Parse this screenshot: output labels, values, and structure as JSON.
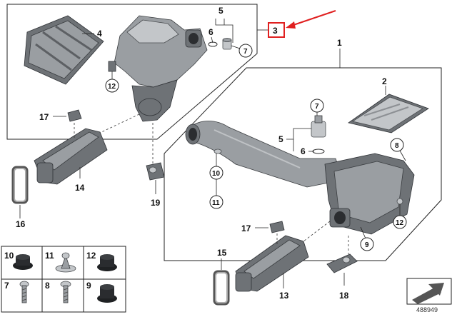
{
  "labels": {
    "p1": "1",
    "p2": "2",
    "p3": "3",
    "p4": "4",
    "p5a": "5",
    "p5b": "5",
    "p6a": "6",
    "p6b": "6",
    "p7a": "7",
    "p7b": "7",
    "p8": "8",
    "p9": "9",
    "p10": "10",
    "p11": "11",
    "p12a": "12",
    "p12b": "12",
    "p13": "13",
    "p14": "14",
    "p15": "15",
    "p16": "16",
    "p17a": "17",
    "p17b": "17",
    "p18": "18",
    "p19": "19"
  },
  "legend": {
    "cells": [
      "10",
      "11",
      "12",
      "7",
      "8",
      "9"
    ]
  },
  "diagram_id": "488949",
  "highlight_color": "#e02020"
}
